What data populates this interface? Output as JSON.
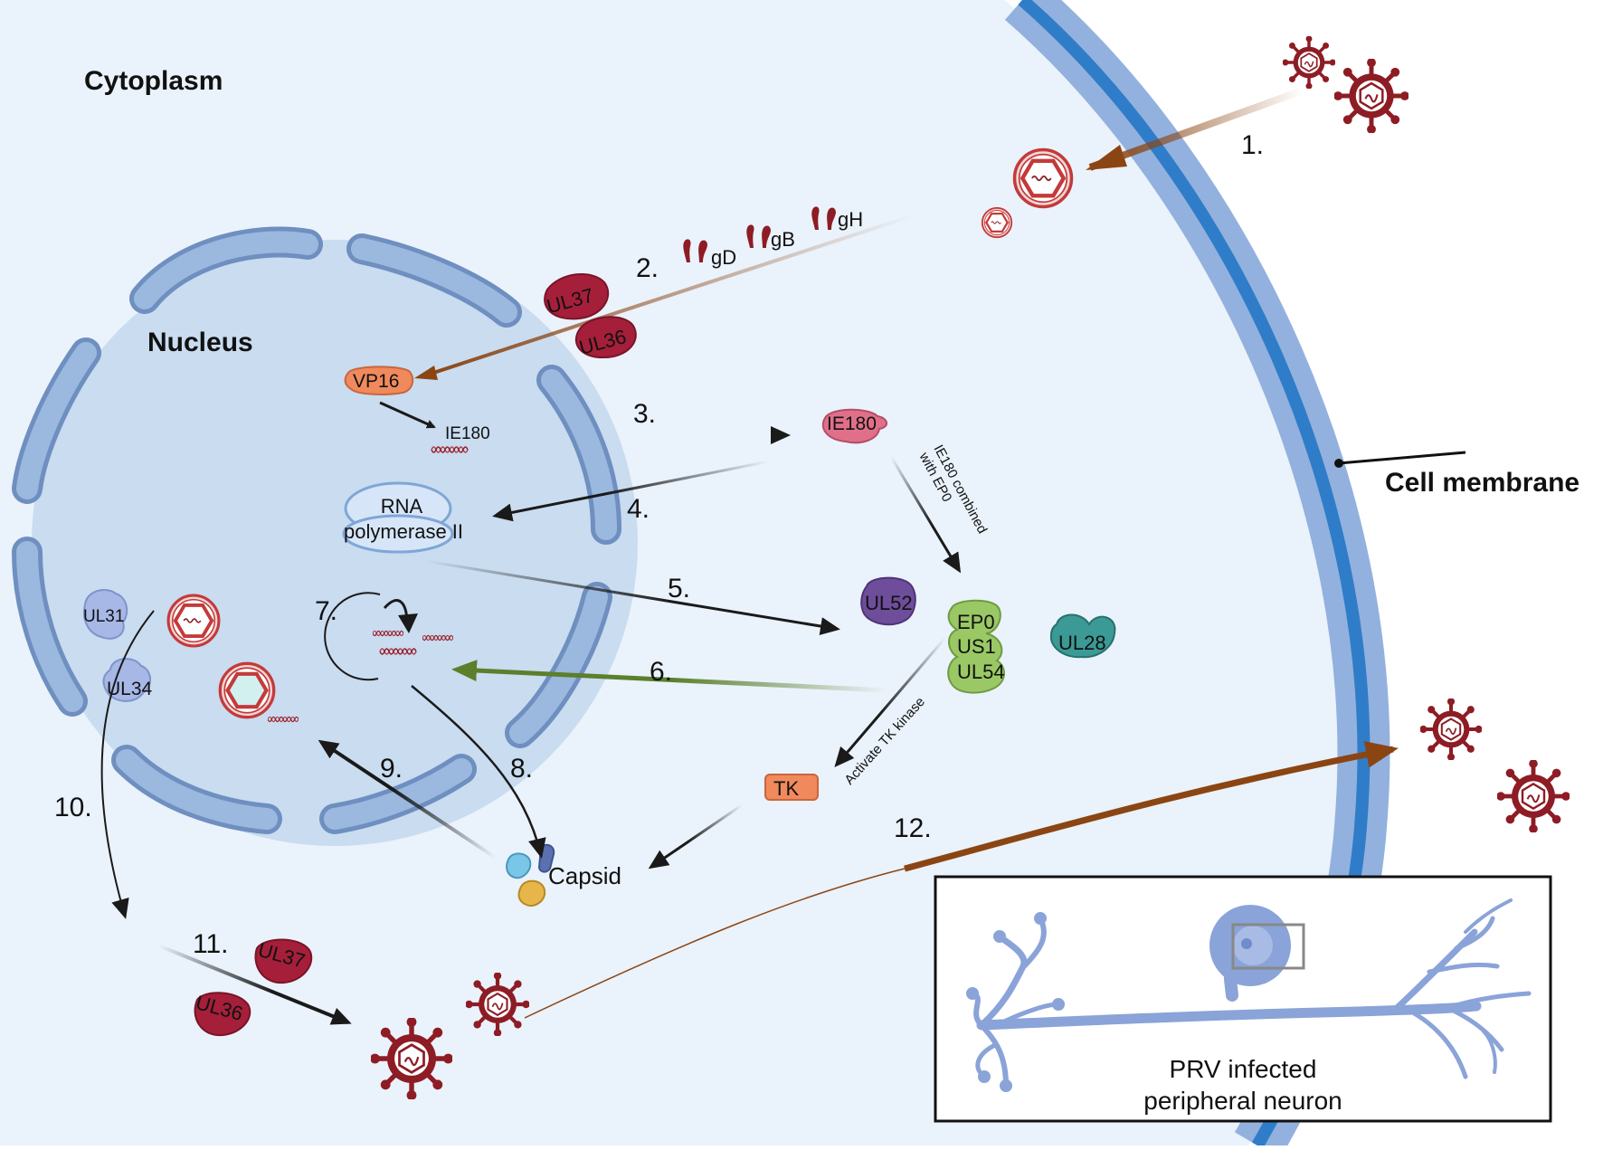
{
  "compartments": {
    "cytoplasm": "Cytoplasm",
    "nucleus": "Nucleus",
    "cell_membrane": "Cell membrane"
  },
  "steps": [
    "1.",
    "2.",
    "3.",
    "4.",
    "5.",
    "6.",
    "7.",
    "8.",
    "9.",
    "10.",
    "11.",
    "12."
  ],
  "proteins": {
    "gD": "gD",
    "gB": "gB",
    "gH": "gH",
    "UL37": "UL37",
    "UL36": "UL36",
    "VP16": "VP16",
    "IE180_gene": "IE180",
    "IE180_protein": "IE180",
    "RNA_pol_line1": "RNA",
    "RNA_pol_line2": "polymerase II",
    "UL52": "UL52",
    "EP0": "EP0",
    "US1": "US1",
    "UL54": "UL54",
    "UL28": "UL28",
    "UL31": "UL31",
    "UL34": "UL34",
    "TK": "TK",
    "Capsid": "Capsid",
    "UL37_late": "UL37",
    "UL36_late": "UL36"
  },
  "annotations": {
    "ie180_ep0_line1": "IE180 combined",
    "ie180_ep0_line2": "with EP0",
    "activate_tk": "Activate TK kinase"
  },
  "inset": {
    "line1": "PRV infected",
    "line2": "peripheral neuron"
  },
  "colors": {
    "background": "#eaf2fb",
    "nucleus_fill": "#c9dcf0",
    "envelope": "#9bb8df",
    "envelope_stroke": "#6e8fc0",
    "membrane_dark": "#2f7dc8",
    "membrane_light": "#93b1de",
    "virus": "#8e1c24",
    "brown_arrow": "#8b4513",
    "green_arrow": "#5b7f2b",
    "vp16": "#f08a5d",
    "tk": "#f08a5d",
    "ie180": "#e0708a",
    "ul37": "#a51f3a",
    "ul52": "#6e4d9a",
    "ep0_complex": "#9ac864",
    "ul28": "#3b9a95",
    "ul31": "#a7b8e6",
    "neuron": "#8aa3d8"
  },
  "icons": [
    "virion-icon",
    "capsid-icon",
    "dna-icon",
    "protein-blob-icon",
    "glycoprotein-icon",
    "neuron-icon"
  ]
}
